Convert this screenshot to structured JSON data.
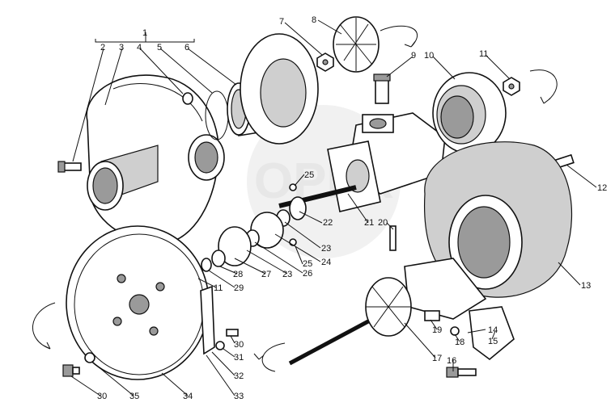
{
  "watermark": "ОРЕХ",
  "callouts": {
    "c1": "1",
    "c2": "2",
    "c3": "3",
    "c4": "4",
    "c5": "5",
    "c6": "6",
    "c7": "7",
    "c8": "8",
    "c9": "9",
    "c10": "10",
    "c11a": "11",
    "c12": "12",
    "c13": "13",
    "c14": "14",
    "c15": "15",
    "c16": "16",
    "c17": "17",
    "c18": "18",
    "c19": "19",
    "c20": "20",
    "c21": "21",
    "c22": "22",
    "c23a": "23",
    "c24": "24",
    "c25a": "25",
    "c25b": "25",
    "c26": "26",
    "c23b": "23",
    "c27": "27",
    "c28": "28",
    "c29": "29",
    "c11b": "11",
    "c30a": "30",
    "c31": "31",
    "c32": "32",
    "c33": "33",
    "c34": "34",
    "c35": "35",
    "c30b": "30"
  }
}
